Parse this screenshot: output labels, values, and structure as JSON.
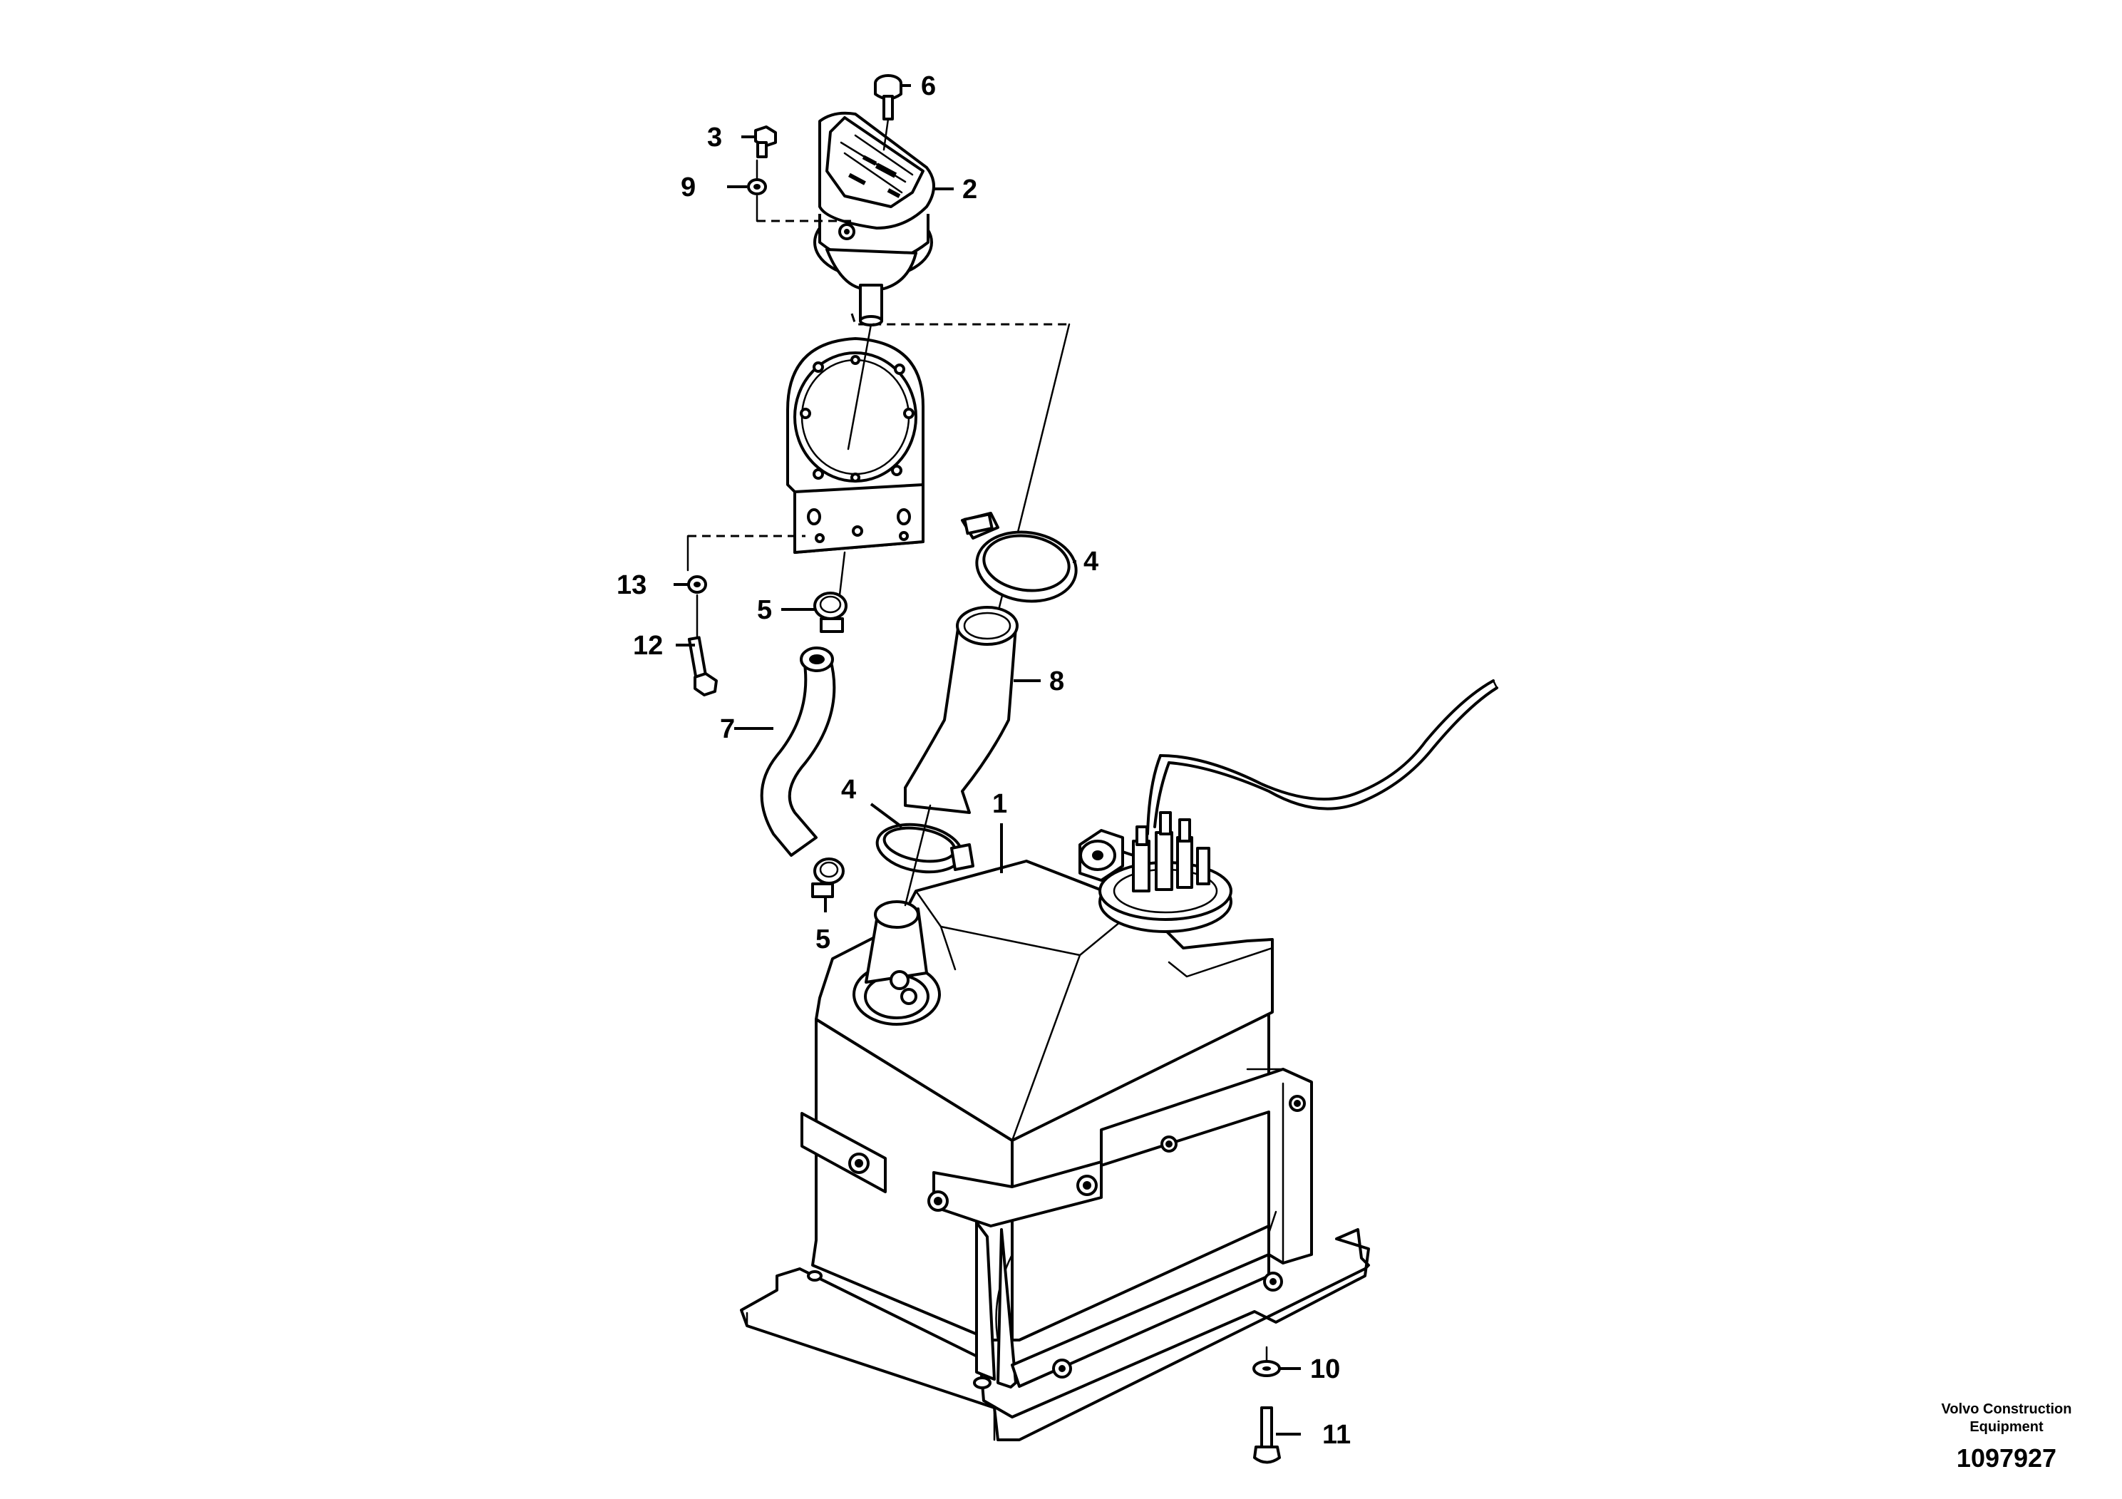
{
  "callouts": [
    "1",
    "2",
    "3",
    "4",
    "4",
    "5",
    "5",
    "6",
    "7",
    "8",
    "9",
    "10",
    "11",
    "12",
    "13"
  ],
  "credit": {
    "company_line1": "Volvo Construction",
    "company_line2": "Equipment",
    "drawing_number": "1097927"
  }
}
